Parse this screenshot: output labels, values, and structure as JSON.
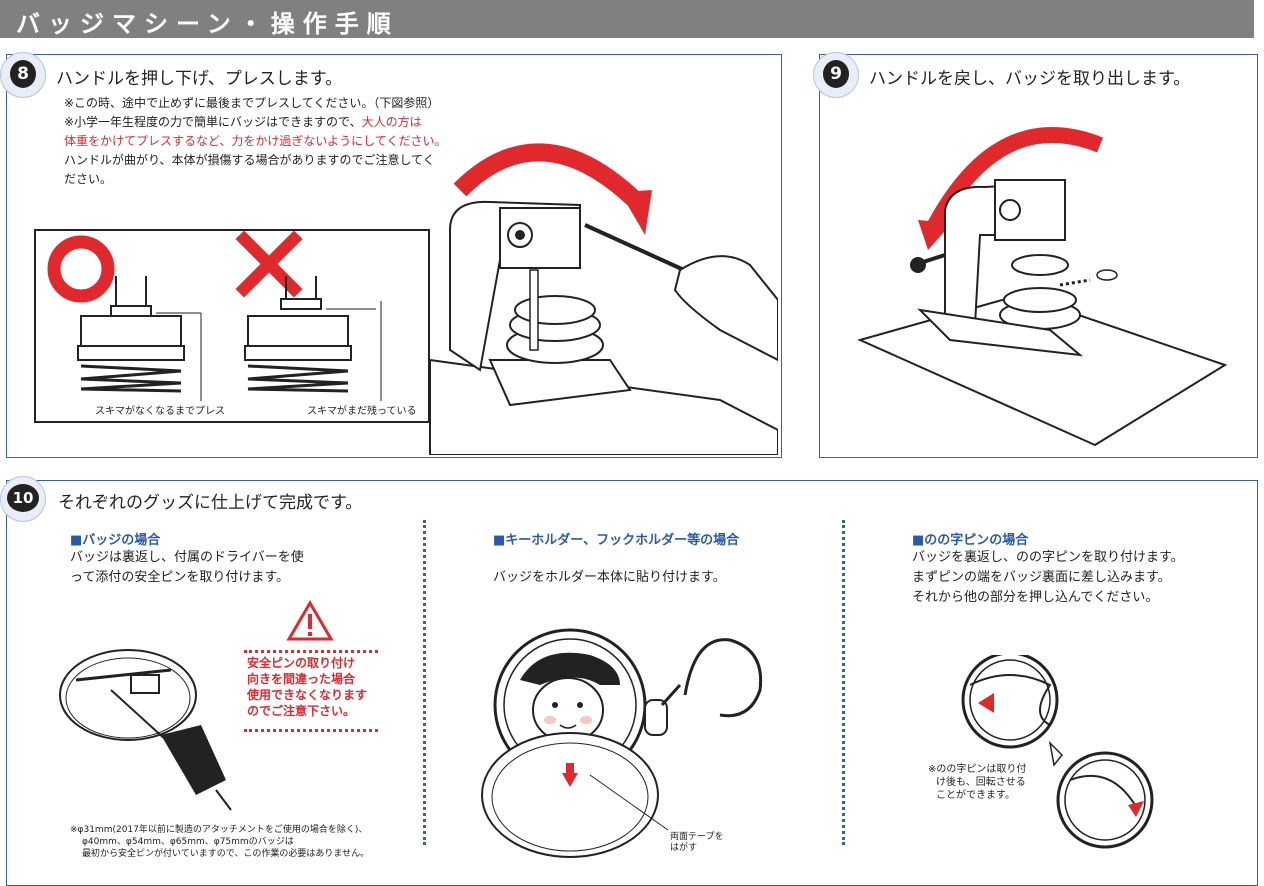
{
  "header": {
    "title": "バッジマシーン・操作手順"
  },
  "step8": {
    "number": "8",
    "title": "ハンドルを押し下げ、プレスします。",
    "note1": "※この時、途中で止めずに最後までプレスしてください。（下図参照）",
    "note2_black": "※小学一年生程度の力で簡単にバッジはできますので、",
    "note2_red": "大人の方は",
    "note3_red": "体重をかけてプレスするなど、力をかけ過ぎないようにしてください。",
    "note4": "ハンドルが曲がり、本体が損傷する場合がありますのでご注意してく",
    "note5": "ださい。",
    "caption_ok": "スキマがなくなるまでプレス",
    "caption_ng": "スキマがまだ残っている"
  },
  "step9": {
    "number": "9",
    "title": "ハンドルを戻し、バッジを取り出します。"
  },
  "step10": {
    "number": "10",
    "title": "それぞれのグッズに仕上げて完成です。",
    "col1": {
      "heading": "■バッジの場合",
      "line1": "バッジは裏返し、付属のドライバーを使",
      "line2": "って添付の安全ピンを取り付けます。",
      "warning": [
        "安全ピンの取り付け",
        "向きを間違った場合",
        "使用できなくなります",
        "のでご注意下さい。"
      ],
      "footnote": [
        "※φ31mm(2017年以前に製造のアタッチメントをご使用の場合を除く)、",
        "φ40mm、φ54mm、φ65mm、φ75mmのバッジは",
        "最初から安全ピンが付いていますので、この作業の必要はありません。"
      ]
    },
    "col2": {
      "heading": "■キーホルダー、フックホルダー等の場合",
      "line1": "バッジをホルダー本体に貼り付けます。",
      "tape_label1": "両面テープを",
      "tape_label2": "はがす"
    },
    "col3": {
      "heading": "■のの字ピンの場合",
      "line1": "バッジを裏返し、のの字ピンを取り付けます。",
      "line2": "まずピンの端をバッジ裏面に差し込みます。",
      "line3": "それから他の部分を押し込んでください。",
      "note": [
        "※のの字ピンは取り付",
        "け後も、回転させる",
        "ことができます。"
      ]
    }
  },
  "colors": {
    "accent_blue": "#3a5fa8",
    "red": "#e1282d",
    "header_gray": "#808080"
  }
}
